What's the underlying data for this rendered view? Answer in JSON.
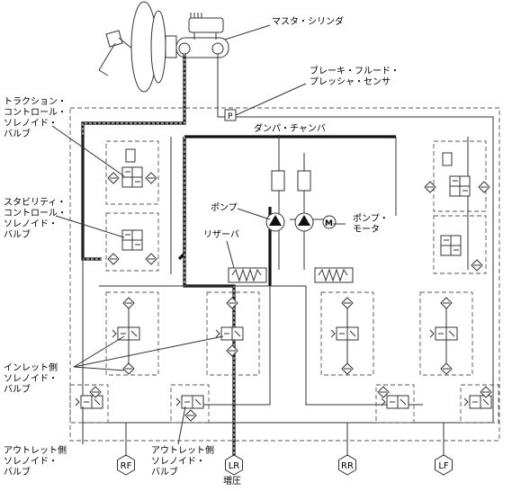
{
  "labels": {
    "master_cylinder": "マスタ・シリンダ",
    "pressure_sensor": "ブレーキ・フルード・\nプレッシャ・センサ",
    "traction_valve": "トラクション・\nコントロール・\nソレノイド・\nバルブ",
    "damper_chamber": "ダンパ・チャンバ",
    "stability_valve": "スタビリティ・\nコントロール・\nソレノイド・\nバルブ",
    "pump": "ポンプ",
    "pump_motor": "ポンプ・\nモータ",
    "reservoir": "リザーバ",
    "inlet_valve": "インレット側\nソレノイド・\nバルブ",
    "outlet_valve_left": "アウトレット側\nソレノイド・\nバルブ",
    "outlet_valve_center": "アウトレット側\nソレノイド・\nバルブ",
    "pressure_increase": "増圧",
    "sensor_symbol": "P",
    "motor_symbol": "M"
  },
  "wheels": [
    "RF",
    "LR",
    "RR",
    "LF"
  ]
}
